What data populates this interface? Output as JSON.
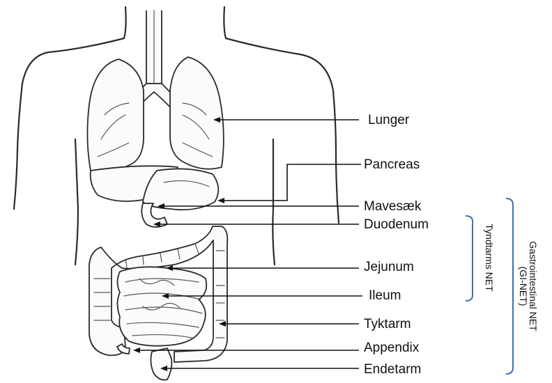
{
  "labels": {
    "lunger": "Lunger",
    "pancreas": "Pancreas",
    "mavesaek": "Mavesæk",
    "duodenum": "Duodenum",
    "jejunum": "Jejunum",
    "ileum": "Ileum",
    "tyktarm": "Tyktarm",
    "appendix": "Appendix",
    "endetarm": "Endetarm"
  },
  "groups": {
    "tyndtarms": "Tyndtarms NET",
    "gastro_line1": "Gastrointestinal NET",
    "gastro_line2": "(GI-NET)"
  },
  "colors": {
    "bracket": "#3f6fb0",
    "line": "#111111",
    "ink": "#2a2a2a"
  }
}
